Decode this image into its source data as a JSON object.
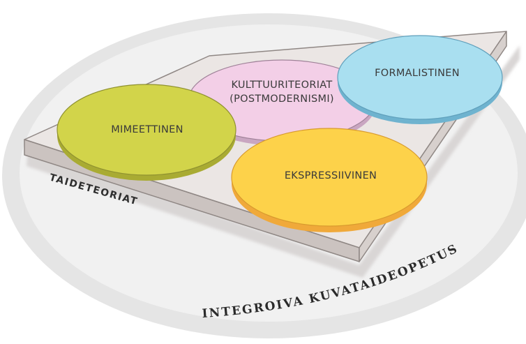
{
  "outer_ring": {
    "label": "INTEGROIVA KUVATAIDEOPETUS"
  },
  "plate": {
    "label": "TAIDETEORIAT"
  },
  "discs": [
    {
      "key": "mimeettinen",
      "line1": "MIMEETTINEN",
      "line2": "",
      "color": "#d2d44a",
      "edge_color": "#a9ab33"
    },
    {
      "key": "kulttuuriteoriat",
      "line1": "KULTTUURITEORIAT",
      "line2": "(POSTMODERNISMI)",
      "color": "#f3cfe7",
      "edge_color": "#c9a6c1"
    },
    {
      "key": "formalistinen",
      "line1": "FORMALISTINEN",
      "line2": "",
      "color": "#a9dff0",
      "edge_color": "#6fb3cf"
    },
    {
      "key": "ekspressiivinen",
      "line1": "EKSPRESSIIVINEN",
      "line2": "",
      "color": "#fdd24a",
      "edge_color": "#f0a93a"
    }
  ],
  "colors": {
    "outer_ring": "#e5e5e5",
    "inner_field": "#f1f1f1",
    "plate_top": "#ebe6e4",
    "plate_side": "#cbc3c0"
  }
}
